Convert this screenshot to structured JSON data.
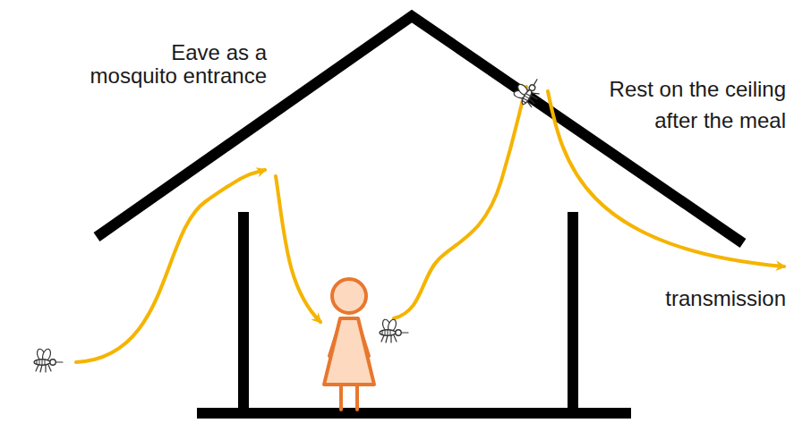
{
  "diagram": {
    "labels": [
      "Eave as a mosquito entrance",
      "Rest on the ceiling after the meal",
      "transmission"
    ]
  }
}
